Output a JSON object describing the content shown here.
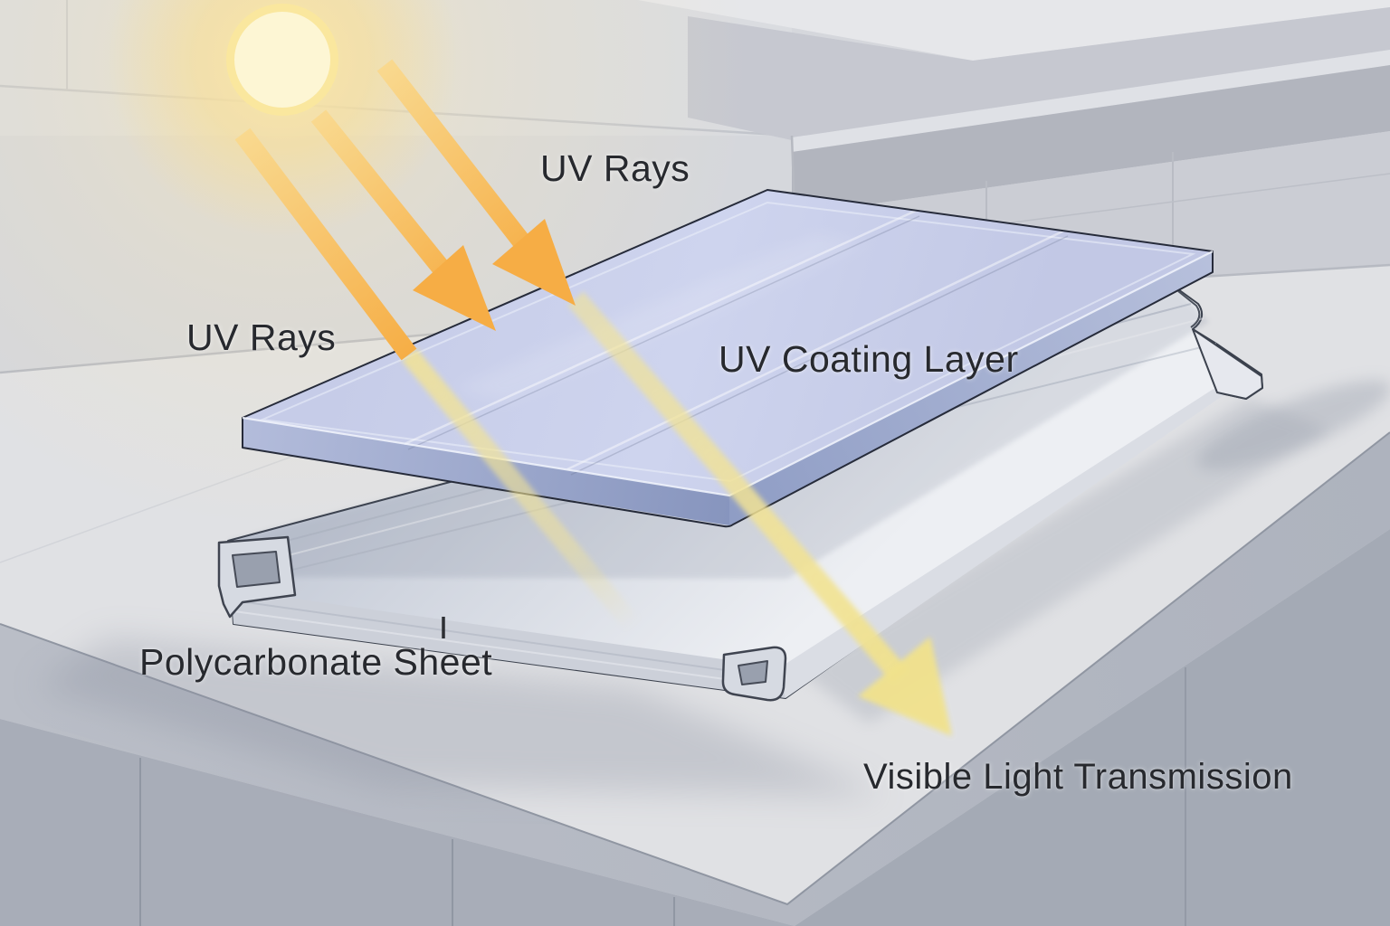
{
  "title": "UV protective coating on polycarbonate sheet illustration",
  "labels": {
    "uv_rays_top": "UV Rays",
    "uv_rays_left": "UV Rays",
    "uv_coating_layer": "UV Coating Layer",
    "polycarbonate_sheet": "Polycarbonate Sheet",
    "visible_light_transmission": "Visible Light Transmission"
  },
  "icons": {
    "sun": "sun-icon",
    "uv_ray_arrows": "uv-ray-arrow-icons",
    "visible_light_arrow": "visible-light-arrow-icon"
  },
  "colors": {
    "uv_ray_orange": "#F6AE46",
    "transmitted_light_yellow": "#F2E394",
    "coating_top": "#C8CEE9",
    "coating_edge_dark": "#8795BE",
    "sheet_face": "#E9EBF0",
    "sheet_channel": "#99A0AE",
    "sun_core": "#FDF6D4",
    "sun_glow": "#FBE9AE",
    "wall": "#D5D7DC",
    "table_surface": "#E0E1E4",
    "table_edge": "#B5B9C2",
    "cabinet": "#A8ADB8",
    "label_text": "#27292E"
  }
}
